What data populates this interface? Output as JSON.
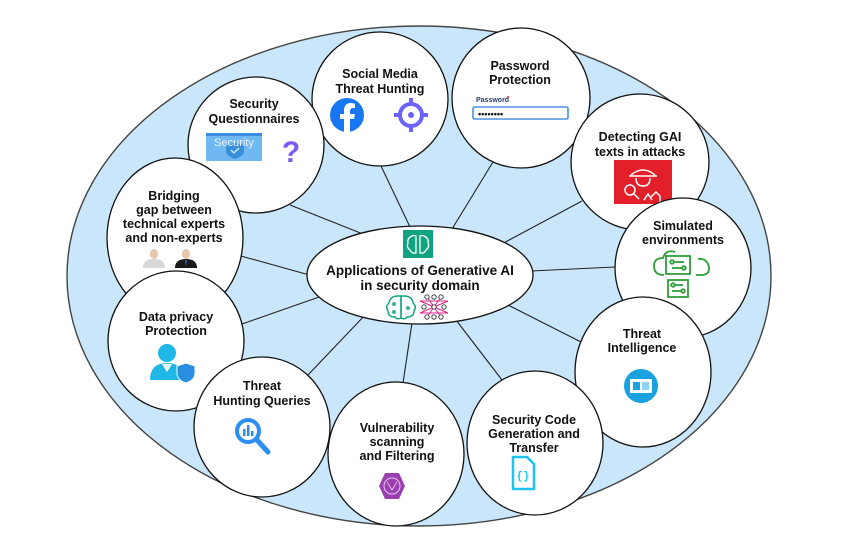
{
  "title": "Applications of Generative AI in security domain",
  "colors": {
    "background_ellipse": "#c9e6fb",
    "node_fill": "#ffffff",
    "stroke": "#111111",
    "facebook_blue": "#1877f2",
    "target_purple": "#6c63ff",
    "question_purple": "#7b5cf0",
    "security_card_blue": "#5aaef0",
    "password_field_border": "#4a90e2",
    "detective_red": "#e3202a",
    "sim_green": "#2e9e3a",
    "privacy_cyan": "#1fb8e6",
    "intel_blue": "#1aa1e0",
    "search_blue": "#2b8ef0",
    "hex_purple": "#9a3fb0",
    "code_cyan": "#1ec3f2",
    "ai_teal": "#10a37f",
    "neural_pink": "#e0208a"
  },
  "center": {
    "title_line1": "Applications of Generative AI",
    "title_line2": "in security domain",
    "icons": [
      "ai-brain-icon",
      "circuit-brain-icon",
      "neural-network-icon"
    ]
  },
  "nodes": [
    {
      "id": "social-media",
      "lines": [
        "Social Media",
        "Threat Hunting"
      ],
      "icons": [
        "facebook-icon",
        "target-icon"
      ]
    },
    {
      "id": "password",
      "lines": [
        "Password",
        "Protection"
      ],
      "icons": [
        "password-field-icon"
      ],
      "field_label": "Password",
      "field_value": "••••••••"
    },
    {
      "id": "security-questionnaires",
      "lines": [
        "Security",
        "Questionnaires"
      ],
      "icons": [
        "security-card-icon",
        "question-mark-icon"
      ],
      "card_text": "Security",
      "question_glyph": "?"
    },
    {
      "id": "detecting-gai",
      "lines": [
        "Detecting GAI",
        "texts in attacks"
      ],
      "icons": [
        "detective-icon"
      ]
    },
    {
      "id": "bridging-gap",
      "lines": [
        "Bridging",
        "gap between",
        "technical experts",
        "and non-experts"
      ],
      "icons": [
        "person-casual-icon",
        "person-business-icon"
      ]
    },
    {
      "id": "simulated-env",
      "lines": [
        "Simulated",
        "environments"
      ],
      "icons": [
        "cloud-server-icon"
      ]
    },
    {
      "id": "data-privacy",
      "lines": [
        "Data privacy",
        "Protection"
      ],
      "icons": [
        "user-shield-icon"
      ]
    },
    {
      "id": "threat-intel",
      "lines": [
        "Threat",
        "Intelligence"
      ],
      "icons": [
        "intel-folder-icon"
      ]
    },
    {
      "id": "threat-hunting-queries",
      "lines": [
        "Threat",
        "Hunting Queries"
      ],
      "icons": [
        "search-analytics-icon"
      ]
    },
    {
      "id": "vulnerability",
      "lines": [
        "Vulnerability",
        "scanning",
        "and Filtering"
      ],
      "icons": [
        "hexagon-scan-icon"
      ]
    },
    {
      "id": "security-code",
      "lines": [
        "Security Code",
        "Generation and",
        "Transfer"
      ],
      "icons": [
        "code-file-icon"
      ],
      "code_glyph": "{}"
    }
  ]
}
